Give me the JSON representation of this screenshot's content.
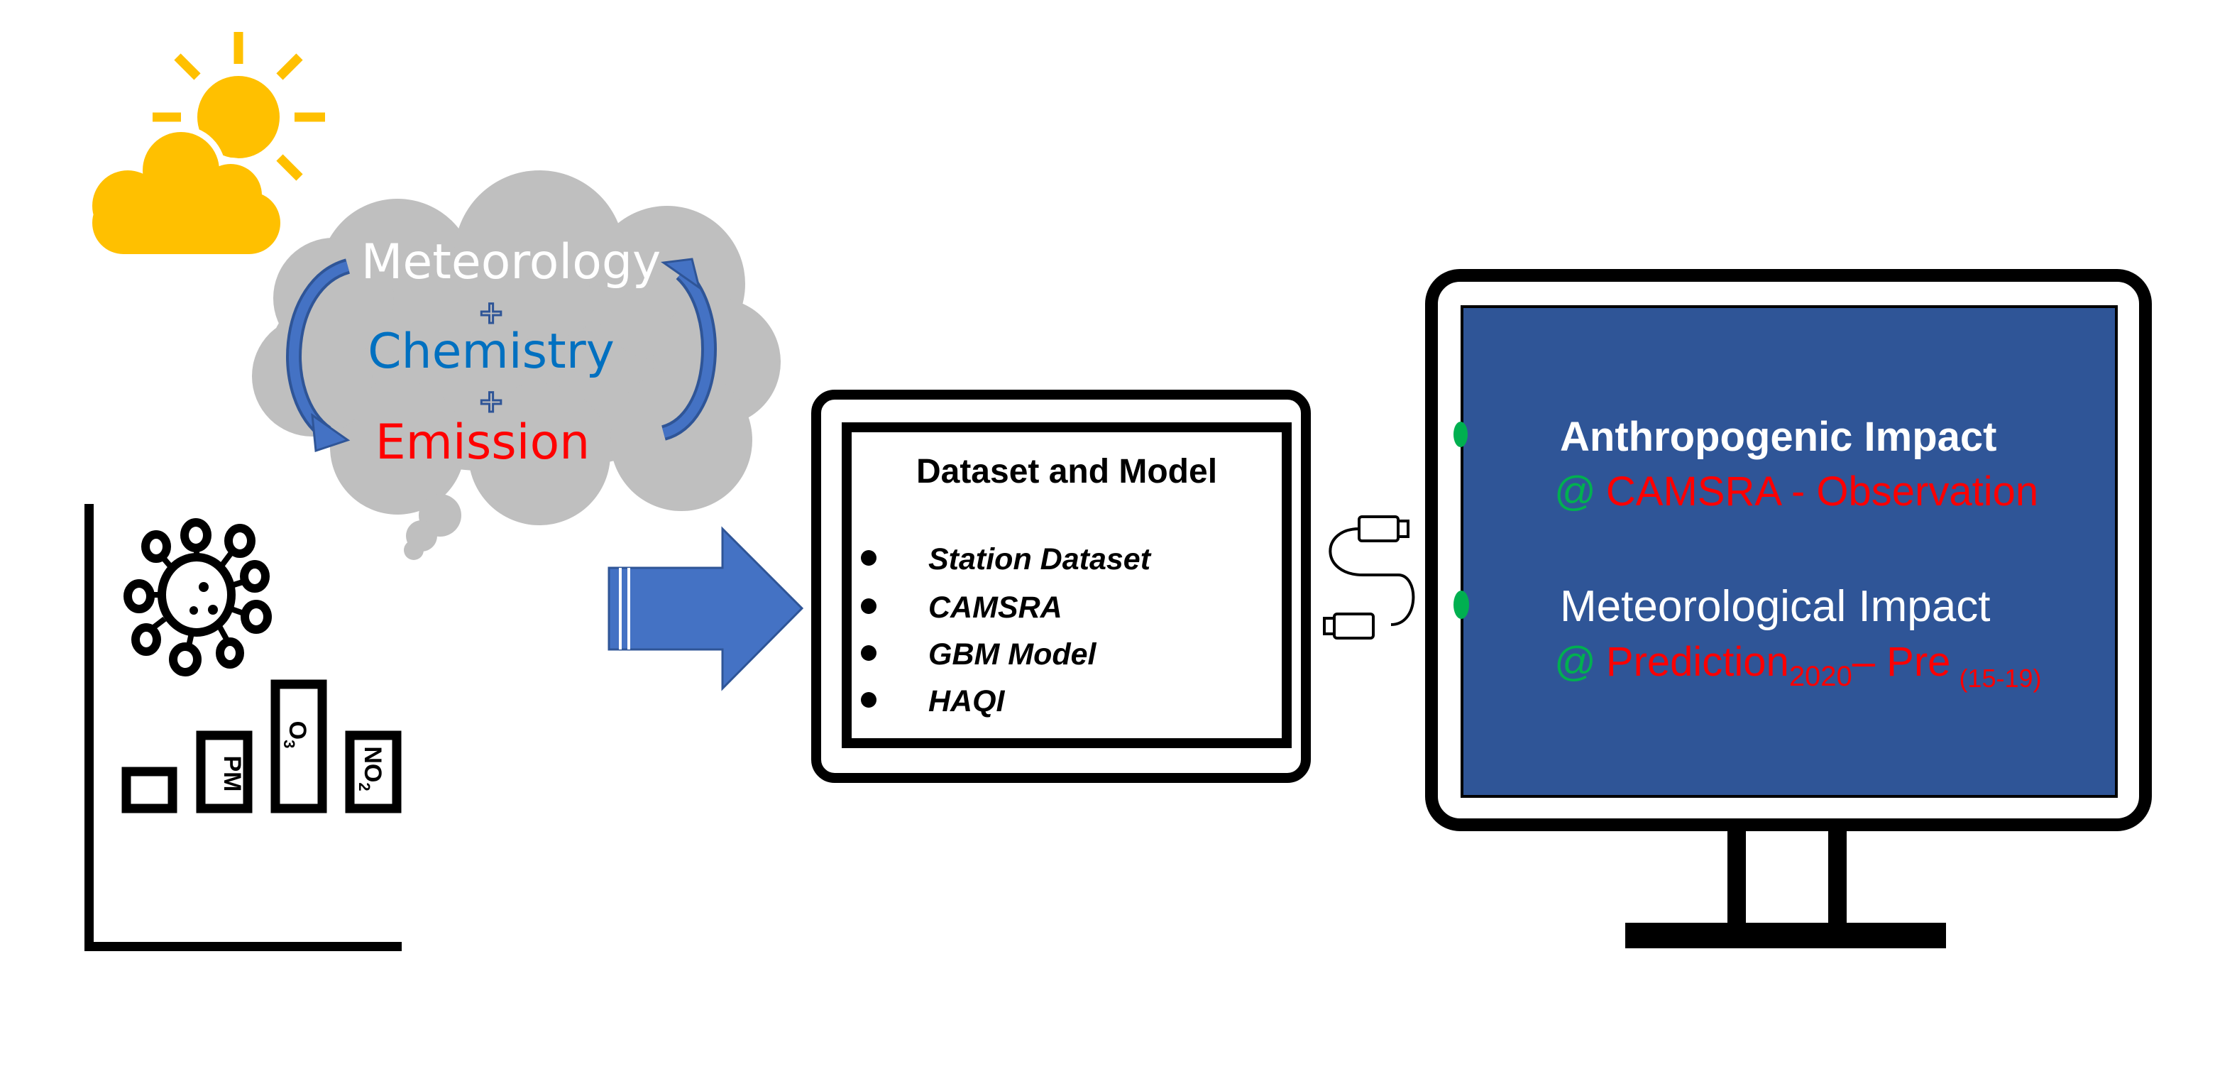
{
  "cloud": {
    "line1": "Meteorology",
    "line2": "Chemistry",
    "line3": "Emission",
    "plus": "+"
  },
  "bars": {
    "labels": [
      "",
      "PM",
      "O",
      "NO"
    ],
    "subscripts": [
      "",
      "",
      "3",
      "2"
    ]
  },
  "tablet": {
    "title": "Dataset and Model",
    "items": [
      "Station Dataset",
      "CAMSRA",
      "GBM Model",
      "HAQI"
    ]
  },
  "monitor": {
    "item1_title": "Anthropogenic Impact",
    "item1_at": "@",
    "item1_detail": "CAMSRA - Observation",
    "item2_title": "Meteorological Impact",
    "item2_at": "@",
    "item2_detail_main": "Prediction",
    "item2_detail_sub": "2020",
    "item2_detail_rest": "– Pre",
    "item2_detail_range": "(15-19)"
  },
  "colors": {
    "sun": "#FFC000",
    "cloud": "#BFBFBF",
    "screen": "#2F5597",
    "arrow": "#4472C4",
    "chemistry": "#0070C0",
    "red": "#FF0000",
    "green": "#00B050"
  }
}
